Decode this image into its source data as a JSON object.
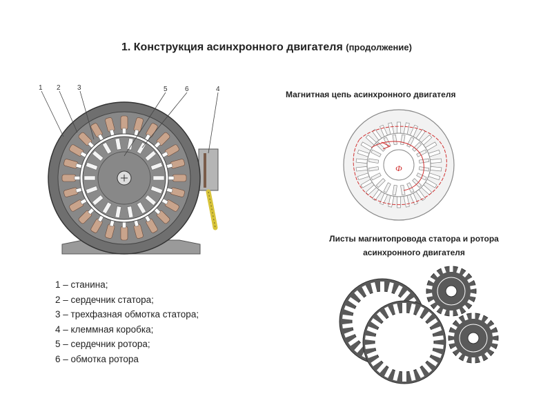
{
  "title": {
    "main": "1. Конструкция асинхронного двигателя",
    "suffix": "(продолжение)"
  },
  "motor": {
    "callouts": [
      "1",
      "2",
      "3",
      "5",
      "6",
      "4"
    ]
  },
  "legend": [
    "1 – станина;",
    "2 – сердечник статора;",
    "3 – трехфазная обмотка статора;",
    "4 – клеммная коробка;",
    "5 – сердечник ротора;",
    "6 – обмотка ротора"
  ],
  "magnetic_circuit": {
    "heading": "Магнитная цепь асинхронного двигателя",
    "flux_symbol": "Ф"
  },
  "laminations": {
    "heading_line1": "Листы магнитопровода статора и ротора",
    "heading_line2": "асинхронного двигателя"
  },
  "colors": {
    "frame": "#6f6f6f",
    "core": "#808080",
    "winding": "#c9a48c",
    "flux_line": "#d03030",
    "sheet": "#5a5a5a",
    "cable": "#e0d040"
  }
}
